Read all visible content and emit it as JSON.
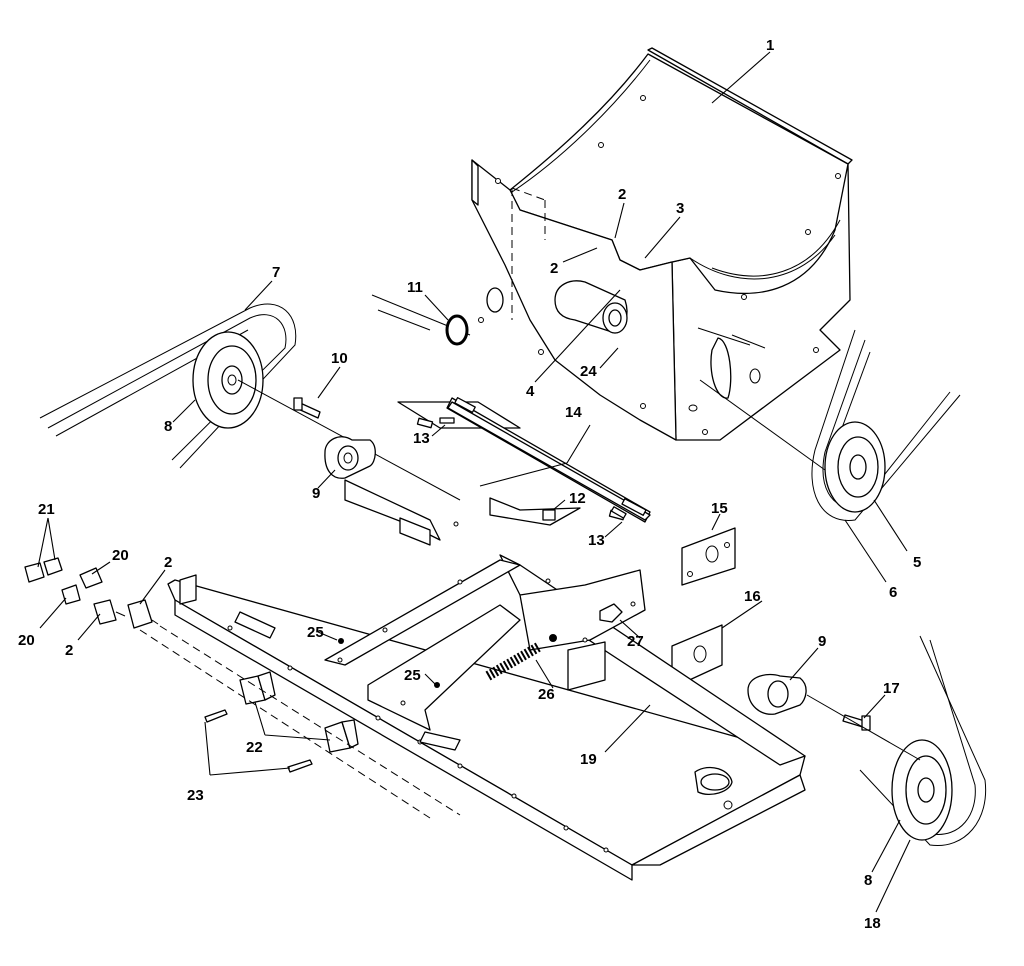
{
  "callouts": {
    "c1": "1",
    "c2a": "2",
    "c2b": "2",
    "c2c": "2",
    "c2d": "2",
    "c3": "3",
    "c4": "4",
    "c5": "5",
    "c6": "6",
    "c7": "7",
    "c8a": "8",
    "c8b": "8",
    "c9a": "9",
    "c9b": "9",
    "c10": "10",
    "c11": "11",
    "c12": "12",
    "c13a": "13",
    "c13b": "13",
    "c14": "14",
    "c15": "15",
    "c16": "16",
    "c17": "17",
    "c18": "18",
    "c19": "19",
    "c20a": "20",
    "c20b": "20",
    "c21": "21",
    "c22": "22",
    "c23": "23",
    "c24": "24",
    "c25a": "25",
    "c25b": "25",
    "c26": "26",
    "c27": "27"
  }
}
